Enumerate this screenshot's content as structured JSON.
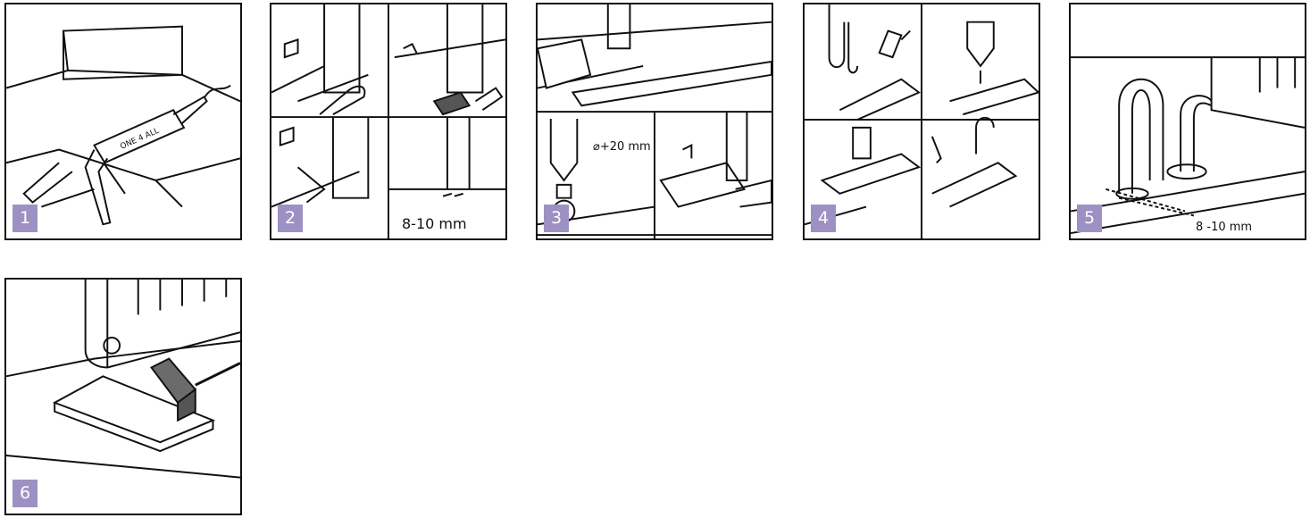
{
  "steps": [
    {
      "number": "1",
      "label": "ONE 4 ALL"
    },
    {
      "number": "2",
      "measure": "8-10 mm"
    },
    {
      "number": "3",
      "diameter": "+20 mm"
    },
    {
      "number": "4"
    },
    {
      "number": "5",
      "measure": "8 -10 mm"
    },
    {
      "number": "6"
    }
  ],
  "colors": {
    "badge": "#9d91c3",
    "line": "#111111",
    "shade": "#6b6b6b"
  }
}
